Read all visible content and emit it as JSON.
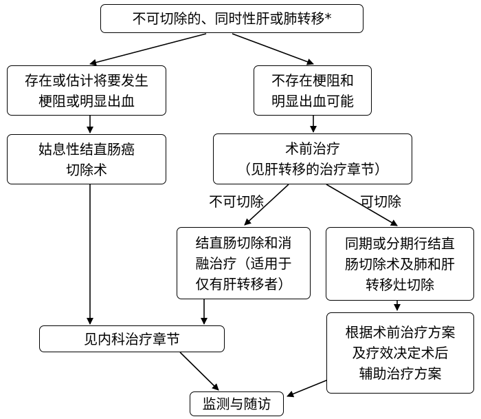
{
  "nodes": {
    "root": {
      "lines": [
        "不可切除的、同时性肝或肺转移*"
      ]
    },
    "obstruct": {
      "lines": [
        "存在或估计将要发生",
        "梗阻或明显出血"
      ]
    },
    "no_obstruct": {
      "lines": [
        "不存在梗阻和",
        "明显出血可能"
      ]
    },
    "palliative": {
      "lines": [
        "姑息性结直肠癌",
        "切除术"
      ]
    },
    "preop": {
      "lines": [
        "术前治疗",
        "（见肝转移的治疗章节）"
      ]
    },
    "ablation": {
      "lines": [
        "结直肠切除和消",
        "融治疗（适用于",
        "仅有肝转移者）"
      ]
    },
    "resection": {
      "lines": [
        "同期或分期行结直",
        "肠切除术及肺和肝",
        "转移灶切除"
      ]
    },
    "medical": {
      "lines": [
        "见内科治疗章节"
      ]
    },
    "adjuvant": {
      "lines": [
        "根据术前治疗方案",
        "及疗效决定术后",
        "辅助治疗方案"
      ]
    },
    "monitor": {
      "lines": [
        "监测与随访"
      ]
    }
  },
  "edge_labels": {
    "unresectable": "不可切除",
    "resectable": "可切除"
  }
}
